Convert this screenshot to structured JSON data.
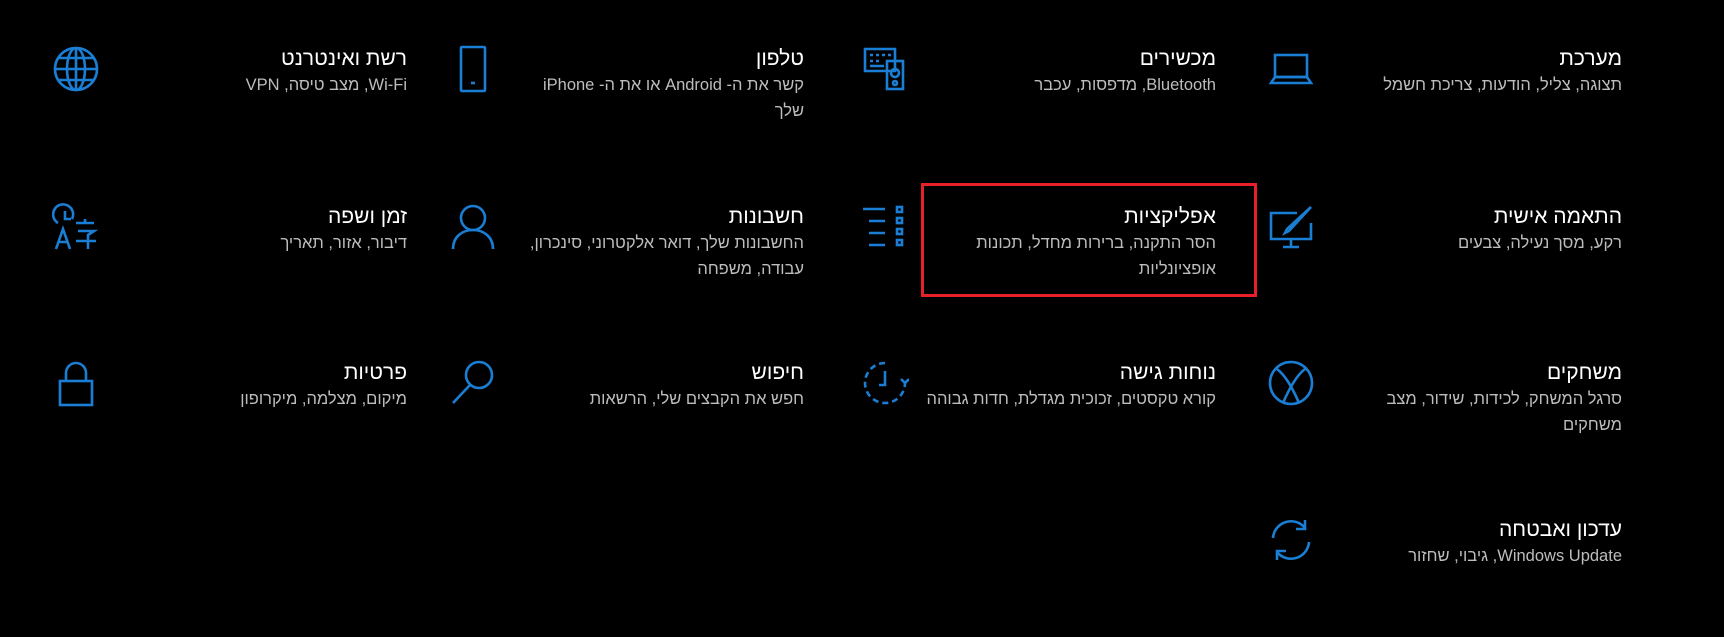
{
  "accent_color": "#1a7fd4",
  "highlight_color": "#e8202a",
  "tiles": [
    {
      "id": "system",
      "icon": "laptop-icon",
      "title": "מערכת",
      "desc": "תצוגה, צליל, הודעות, צריכת חשמל"
    },
    {
      "id": "devices",
      "icon": "keyboard-speaker-icon",
      "title": "מכשירים",
      "desc": "Bluetooth, מדפסות, עכבר"
    },
    {
      "id": "phone",
      "icon": "phone-icon",
      "title": "טלפון",
      "desc": "קשר את ה- Android או את ה- iPhone שלך"
    },
    {
      "id": "network",
      "icon": "globe-icon",
      "title": "רשת ואינטרנט",
      "desc": "Wi-Fi, מצב טיסה, VPN"
    },
    {
      "id": "personalization",
      "icon": "paint-monitor-icon",
      "title": "התאמה אישית",
      "desc": "רקע, מסך נעילה, צבעים"
    },
    {
      "id": "apps",
      "icon": "apps-list-icon",
      "title": "אפליקציות",
      "desc": "הסר התקנה, ברירות מחדל, תכונות אופציונליות"
    },
    {
      "id": "accounts",
      "icon": "person-icon",
      "title": "חשבונות",
      "desc": "החשבונות שלך, דואר אלקטרוני, סינכרון, עבודה, משפחה"
    },
    {
      "id": "time-language",
      "icon": "time-language-icon",
      "title": "זמן ושפה",
      "desc": "דיבור, אזור, תאריך"
    },
    {
      "id": "gaming",
      "icon": "xbox-icon",
      "title": "משחקים",
      "desc": "סרגל המשחק, לכידות, שידור, מצב משחקים"
    },
    {
      "id": "ease-of-access",
      "icon": "ease-of-access-icon",
      "title": "נוחות גישה",
      "desc": "קורא טקסטים, זכוכית מגדלת, חדות גבוהה"
    },
    {
      "id": "search",
      "icon": "search-icon",
      "title": "חיפוש",
      "desc": "חפש את הקבצים שלי, הרשאות"
    },
    {
      "id": "privacy",
      "icon": "lock-icon",
      "title": "פרטיות",
      "desc": "מיקום, מצלמה, מיקרופון"
    },
    {
      "id": "update-security",
      "icon": "sync-icon",
      "title": "עדכון ואבטחה",
      "desc": "Windows Update, גיבוי, שחזור"
    }
  ]
}
